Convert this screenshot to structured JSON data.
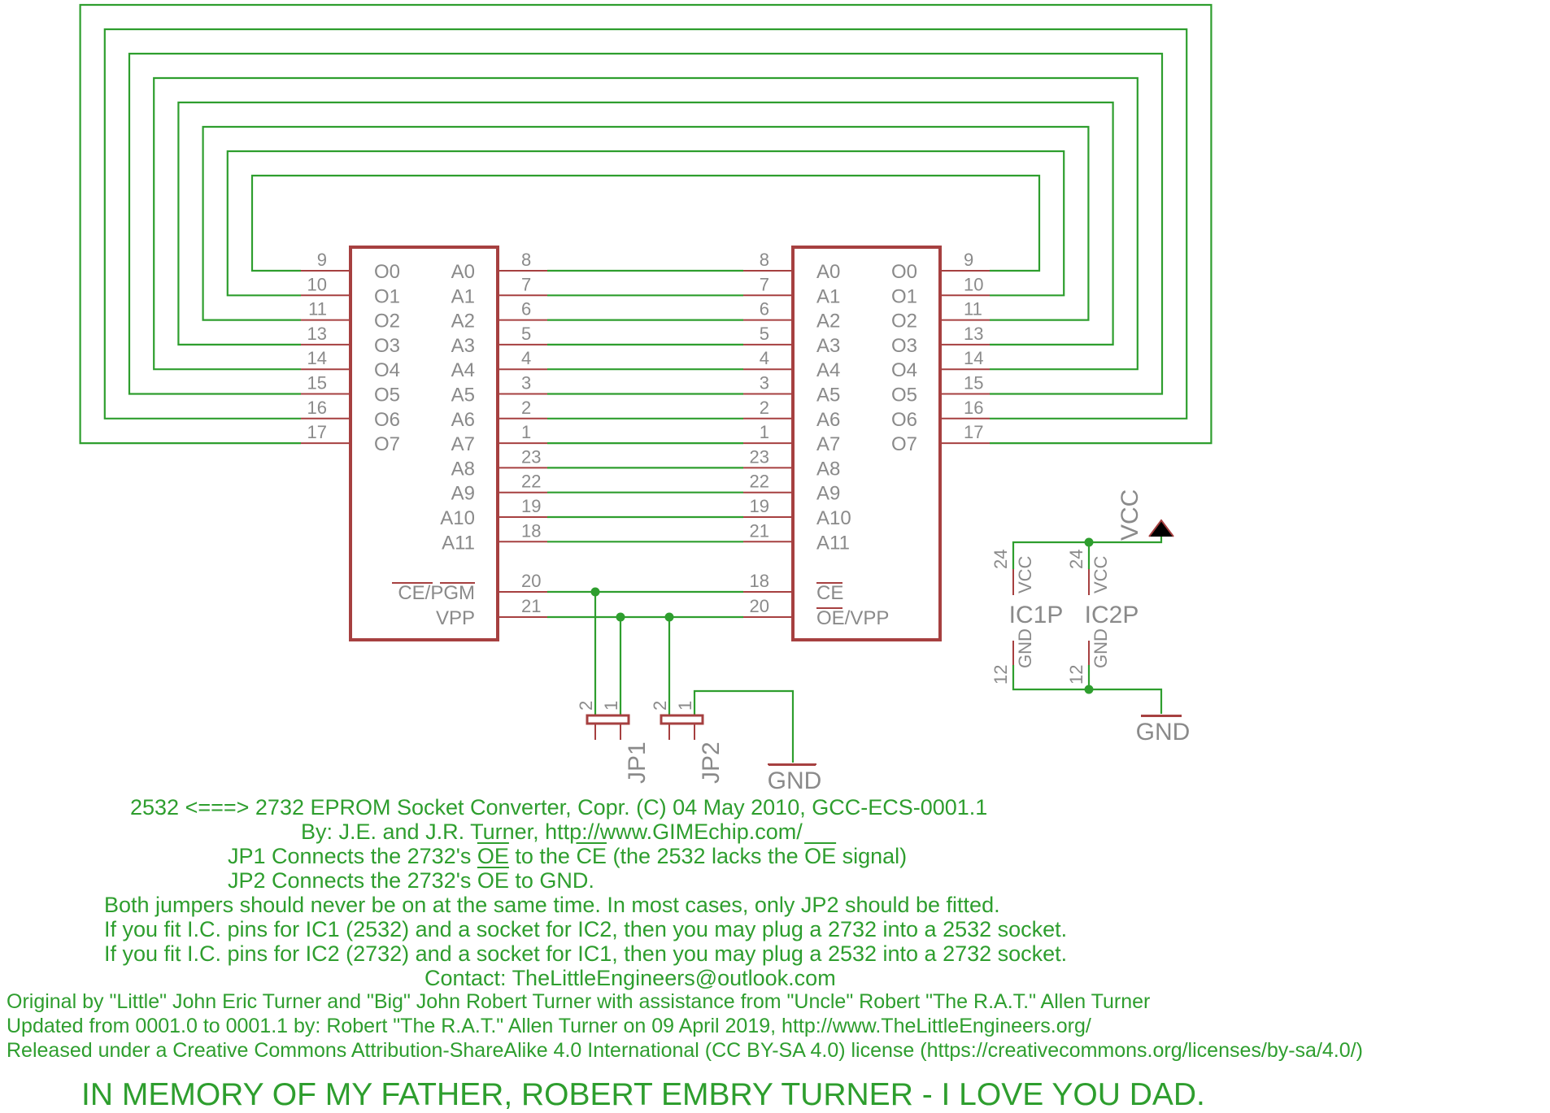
{
  "ic_left": {
    "left_pins": [
      {
        "num": "9",
        "label": "O0"
      },
      {
        "num": "10",
        "label": "O1"
      },
      {
        "num": "11",
        "label": "O2"
      },
      {
        "num": "13",
        "label": "O3"
      },
      {
        "num": "14",
        "label": "O4"
      },
      {
        "num": "15",
        "label": "O5"
      },
      {
        "num": "16",
        "label": "O6"
      },
      {
        "num": "17",
        "label": "O7"
      }
    ],
    "right_pins": [
      {
        "num": "8",
        "label": "A0"
      },
      {
        "num": "7",
        "label": "A1"
      },
      {
        "num": "6",
        "label": "A2"
      },
      {
        "num": "5",
        "label": "A3"
      },
      {
        "num": "4",
        "label": "A4"
      },
      {
        "num": "3",
        "label": "A5"
      },
      {
        "num": "2",
        "label": "A6"
      },
      {
        "num": "1",
        "label": "A7"
      },
      {
        "num": "23",
        "label": "A8"
      },
      {
        "num": "22",
        "label": "A9"
      },
      {
        "num": "19",
        "label": "A10"
      },
      {
        "num": "18",
        "label": "A11"
      }
    ],
    "ctrl_pins": [
      {
        "num": "20",
        "label": "CE/PGM"
      },
      {
        "num": "21",
        "label": "VPP"
      }
    ]
  },
  "ic_right": {
    "left_pins": [
      {
        "num": "8",
        "label": "A0"
      },
      {
        "num": "7",
        "label": "A1"
      },
      {
        "num": "6",
        "label": "A2"
      },
      {
        "num": "5",
        "label": "A3"
      },
      {
        "num": "4",
        "label": "A4"
      },
      {
        "num": "3",
        "label": "A5"
      },
      {
        "num": "2",
        "label": "A6"
      },
      {
        "num": "1",
        "label": "A7"
      },
      {
        "num": "23",
        "label": "A8"
      },
      {
        "num": "22",
        "label": "A9"
      },
      {
        "num": "19",
        "label": "A10"
      },
      {
        "num": "21",
        "label": "A11"
      }
    ],
    "right_pins": [
      {
        "num": "9",
        "label": "O0"
      },
      {
        "num": "10",
        "label": "O1"
      },
      {
        "num": "11",
        "label": "O2"
      },
      {
        "num": "13",
        "label": "O3"
      },
      {
        "num": "14",
        "label": "O4"
      },
      {
        "num": "15",
        "label": "O5"
      },
      {
        "num": "16",
        "label": "O6"
      },
      {
        "num": "17",
        "label": "O7"
      }
    ],
    "ctrl_pins": [
      {
        "num": "18",
        "label": "CE"
      },
      {
        "num": "20",
        "label": "OE/VPP"
      }
    ]
  },
  "jumpers": [
    {
      "name": "JP1",
      "pin2": "2",
      "pin1": "1"
    },
    {
      "name": "JP2",
      "pin2": "2",
      "pin1": "1"
    }
  ],
  "power": {
    "vcc_label": "VCC",
    "gnd_label": "GND",
    "parts": [
      {
        "name": "IC1P",
        "vcc_pin": "24",
        "vcc_text": "VCC",
        "gnd_pin": "12",
        "gnd_text": "GND"
      },
      {
        "name": "IC2P",
        "vcc_pin": "24",
        "vcc_text": "VCC",
        "gnd_pin": "12",
        "gnd_text": "GND"
      }
    ]
  },
  "jumper_gnd_label": "GND",
  "notes": {
    "line1": "2532 <===> 2732 EPROM Socket Converter, Copr. (C) 04 May 2010, GCC-ECS-0001.1",
    "line2": "By: J.E. and J.R. Turner, http://www.GIMEchip.com/",
    "line3_a": "JP1 Connects the 2732's ",
    "line3_b": "OE",
    "line3_c": " to the ",
    "line3_d": "CE",
    "line3_e": " (the 2532 lacks the ",
    "line3_f": "OE",
    "line3_g": " signal)",
    "line4_a": "JP2 Connects the 2732's ",
    "line4_b": "OE",
    "line4_c": " to GND.",
    "line5": "Both jumpers should never be on at the same time. In most cases, only JP2 should be fitted.",
    "line6": "If you fit I.C. pins for IC1 (2532) and a socket for IC2, then you may plug a 2732 into a 2532 socket.",
    "line7": "If you fit I.C. pins for IC2 (2732) and a socket for IC1, then you may plug a 2532 into a 2732 socket.",
    "line8": "Contact: TheLittleEngineers@outlook.com"
  },
  "credits": {
    "line1": "Original by \"Little\" John Eric Turner and \"Big\" John Robert Turner with assistance from \"Uncle\" Robert \"The R.A.T.\" Allen Turner",
    "line2": "Updated from 0001.0 to 0001.1 by: Robert \"The R.A.T.\" Allen Turner on 09 April 2019, http://www.TheLittleEngineers.org/",
    "line3": "Released under a Creative Commons Attribution-ShareAlike 4.0 International (CC BY-SA 4.0) license (https://creativecommons.org/licenses/by-sa/4.0/)"
  },
  "memorial": "IN MEMORY OF MY FATHER, ROBERT EMBRY TURNER - I LOVE YOU DAD."
}
